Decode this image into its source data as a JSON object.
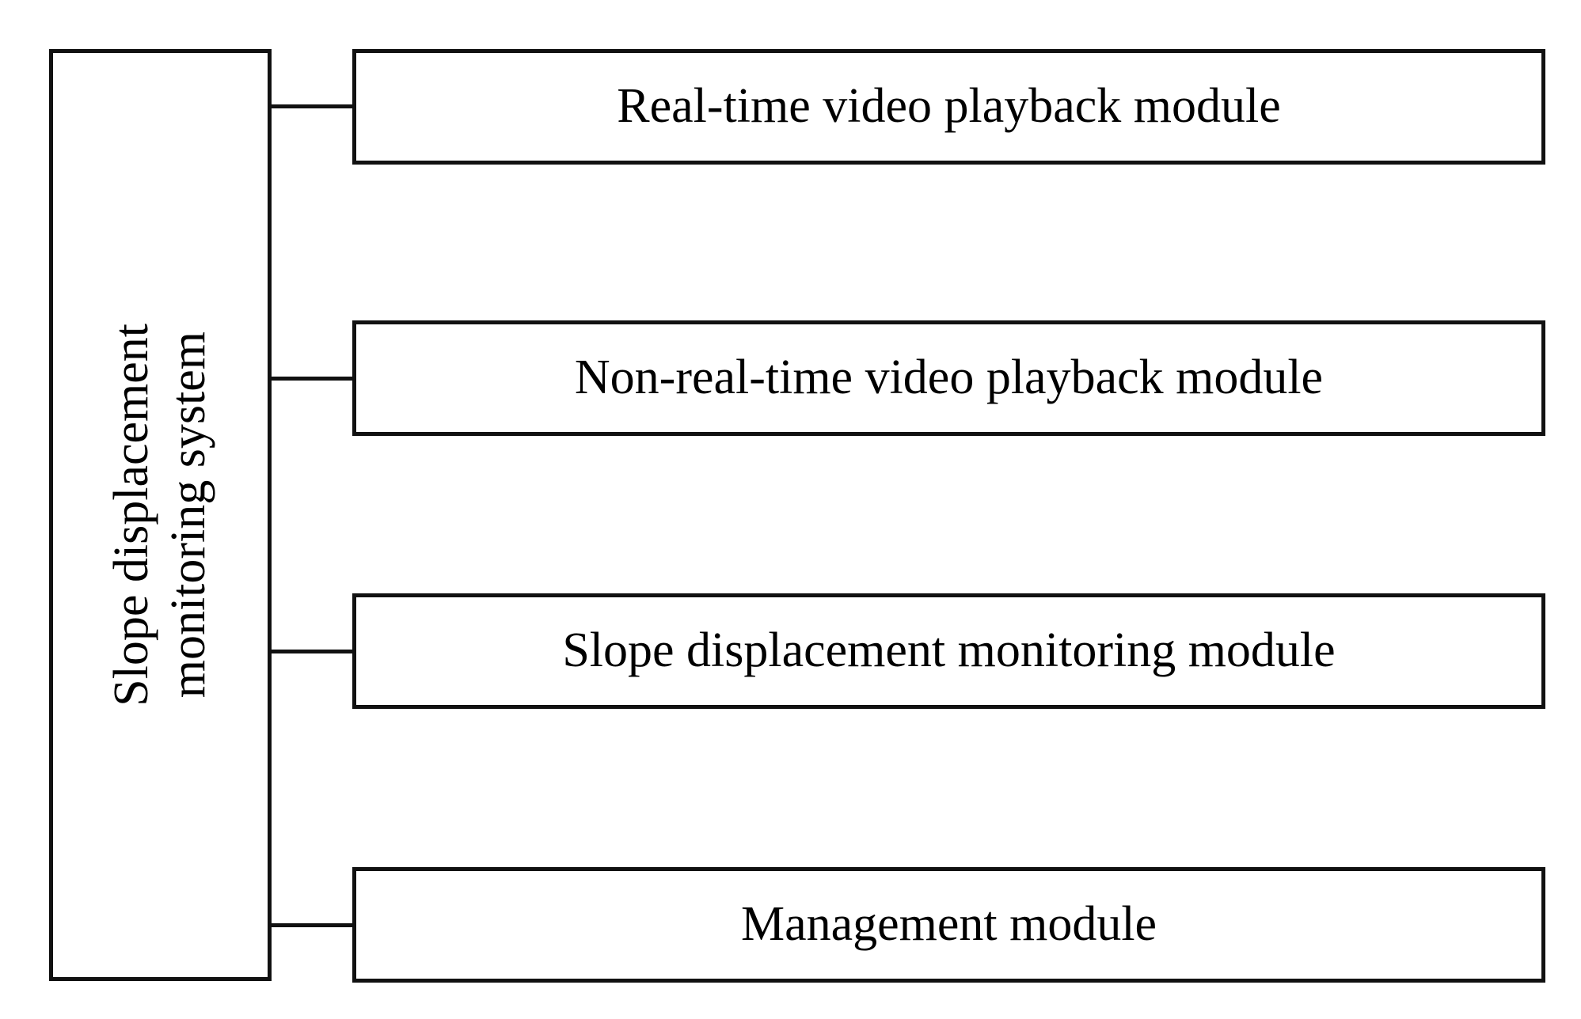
{
  "diagram": {
    "type": "block-diagram",
    "orientation": "horizontal-tree",
    "background_color": "#ffffff",
    "line_color": "#111111",
    "text_color": "#000000",
    "root": {
      "label": "Slope displacement monitoring system",
      "label_lines": [
        "Slope displacement",
        "monitoring system"
      ],
      "text_orientation": "vertical-bottom-to-top"
    },
    "modules": [
      {
        "label": "Real-time video playback module"
      },
      {
        "label": "Non-real-time video playback module"
      },
      {
        "label": "Slope displacement monitoring module"
      },
      {
        "label": "Management module"
      }
    ],
    "connectors": [
      {
        "from": "root",
        "to": "Real-time video playback module"
      },
      {
        "from": "root",
        "to": "Non-real-time video playback module"
      },
      {
        "from": "root",
        "to": "Slope displacement monitoring module"
      },
      {
        "from": "root",
        "to": "Management module"
      }
    ]
  }
}
